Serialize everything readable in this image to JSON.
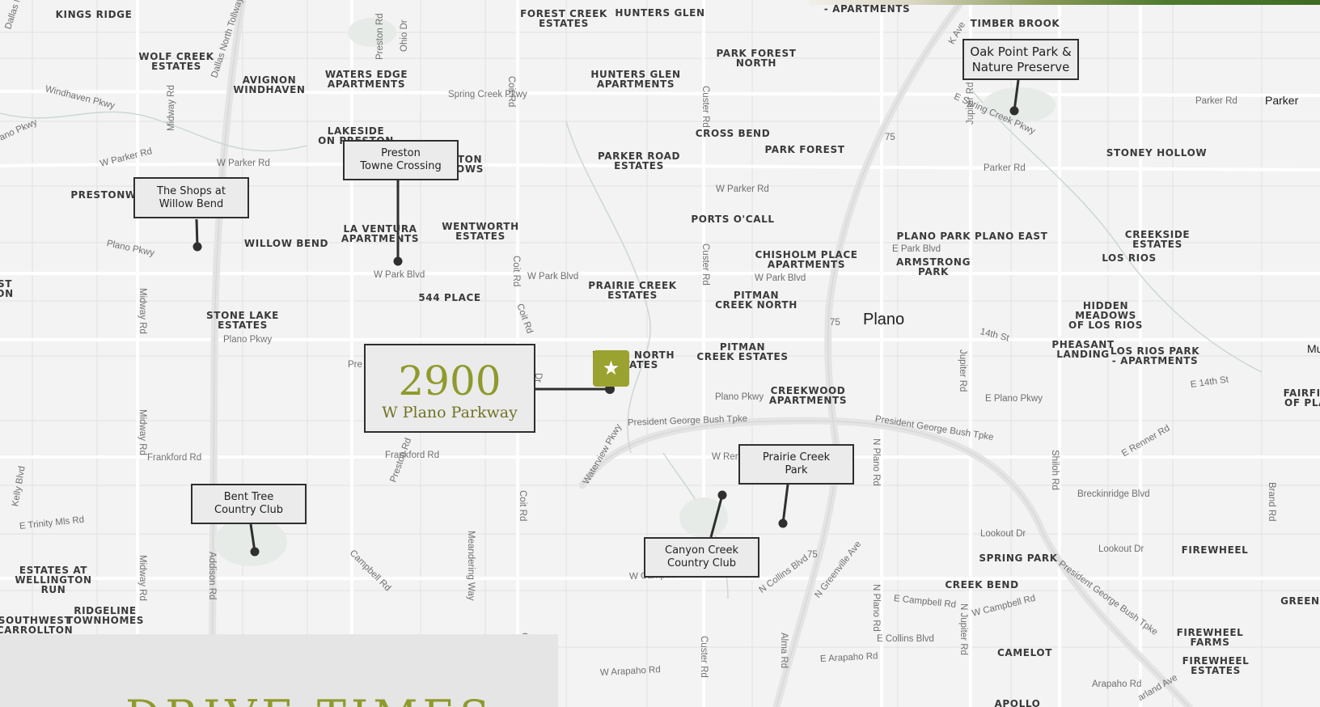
{
  "map": {
    "city_labels": [
      {
        "text": "Plano",
        "size": "large"
      },
      {
        "text": "Parker",
        "size": "small"
      },
      {
        "text": "Mu",
        "size": "small"
      }
    ],
    "neighborhoods": [
      "KINGS RIDGE",
      "FOREST CREEK\nESTATES",
      "HUNTERS GLEN",
      "- APARTMENTS",
      "TIMBER BROOK",
      "WOLF CREEK\nESTATES",
      "AVIGNON\nWINDHAVEN",
      "WATERS EDGE\nAPARTMENTS",
      "PARK FOREST\nNORTH",
      "HUNTERS GLEN\nAPARTMENTS",
      "LAKESIDE\nON PRESTON",
      "CROSS BEND",
      "PARK FOREST",
      "STONEY HOLLOW",
      "PARKER ROAD\nESTATES",
      "PRESTONW",
      "TON\nOWS",
      "LA VENTURA\nAPARTMENTS",
      "WENTWORTH\nESTATES",
      "WILLOW BEND",
      "PORTS O'CALL",
      "PLANO PARK PLANO EAST",
      "CHISHOLM PLACE\nAPARTMENTS",
      "ARMSTRONG\nPARK",
      "CREEKSIDE\nESTATES",
      "LOS RIOS",
      "ST\nON",
      "544 PLACE",
      "PRAIRIE CREEK\nESTATES",
      "PITMAN\nCREEK NORTH",
      "STONE LAKE\nESTATES",
      "HIDDEN\nMEADOWS\nOF LOS RIOS",
      "PHEASANT\nLANDING",
      "LOS RIOS PARK\n- APARTMENTS",
      "DEERS NORTH\nESTATES",
      "PITMAN\nCREEK ESTATES",
      "CREEKWOOD\nAPARTMENTS",
      "FAIRFIE\nOF PLA",
      "SPRING PARK",
      "FIREWHEEL",
      "ESTATES AT\nWELLINGTON\nRUN",
      "CREEK BEND",
      "GREENS",
      "RIDGELINE\nTOWNHOMES",
      "SOUTHWEST\nCARROLLTON",
      "FIREWHEEL\nFARMS",
      "CAMELOT",
      "FIREWHEEL\nESTATES",
      "APOLLO"
    ],
    "roads": [
      "Windhaven Pkwy",
      "Spring Creek Pkwy",
      "Dallas North Tollway",
      "Preston Rd",
      "Ohio Dr",
      "Coit Rd",
      "Custer Rd",
      "K Ave",
      "E Spring Creek Pkwy",
      "Parker Rd",
      "W Parker Rd",
      "W Parker Rd",
      "W Parker Rd",
      "Parker Rd",
      "Midway Rd",
      "Plano Pkwy",
      "W Park Blvd",
      "W Park Blvd",
      "W Park Blvd",
      "E Park Blvd",
      "Plano Pkwy",
      "Coit Rd",
      "14th St",
      "E 14th St",
      "Plano Pkwy",
      "E Plano Pkwy",
      "President George Bush Tpke",
      "President George Bush Tpke",
      "Waterview Pkwy",
      "Frankford Rd",
      "Frankford Rd",
      "W Ren",
      "E Renner Rd",
      "Breckinridge Blvd",
      "Lookout Dr",
      "Lookout Dr",
      "E Trinity Mls Rd",
      "Kelly Blvd",
      "Addison Rd",
      "Campbell Rd",
      "Meandering Way",
      "W Campbell Rd",
      "E Campbell Rd",
      "W Campbell Rd",
      "N Collins Blvd",
      "N Greenville Ave",
      "E Collins Blvd",
      "W Arapaho Rd",
      "E Arapaho Rd",
      "Alma Rd",
      "N Plano Rd",
      "N Jupiter Rd",
      "Jupiter Rd",
      "Shiloh Rd",
      "Brand Rd",
      "President George Bush Tpke",
      "ano Pkwy",
      "Pre",
      "Dr",
      "Co",
      "Custer Rd",
      "Coit Rd",
      "Jupiter Rd",
      "Midway Rd",
      "Midway Rd",
      "Preston Rd",
      "N Plano Rd",
      "75",
      "75",
      "75",
      "Midway Rd",
      "Custer Rd",
      "arland Ave",
      "Arapaho Rd",
      "Coit Rd",
      "Dallas North Tollway"
    ]
  },
  "callouts": [
    {
      "id": "oak-point-park",
      "label": "Oak Point Park &\nNature Preserve"
    },
    {
      "id": "preston-towne-crossing",
      "label": "Preston\nTowne Crossing"
    },
    {
      "id": "shops-at-willow-bend",
      "label": "The Shops at\nWillow Bend"
    },
    {
      "id": "prairie-creek-park",
      "label": "Prairie Creek\nPark"
    },
    {
      "id": "bent-tree-country-club",
      "label": "Bent Tree\nCountry Club"
    },
    {
      "id": "canyon-creek-country-club",
      "label": "Canyon Creek\nCountry Club"
    }
  ],
  "property": {
    "number": "2900",
    "street": "W Plano Parkway",
    "marker_icon": "star-icon",
    "accent_color": "#9aa230"
  },
  "drive_times": {
    "title": "DRIVE TIMES"
  }
}
